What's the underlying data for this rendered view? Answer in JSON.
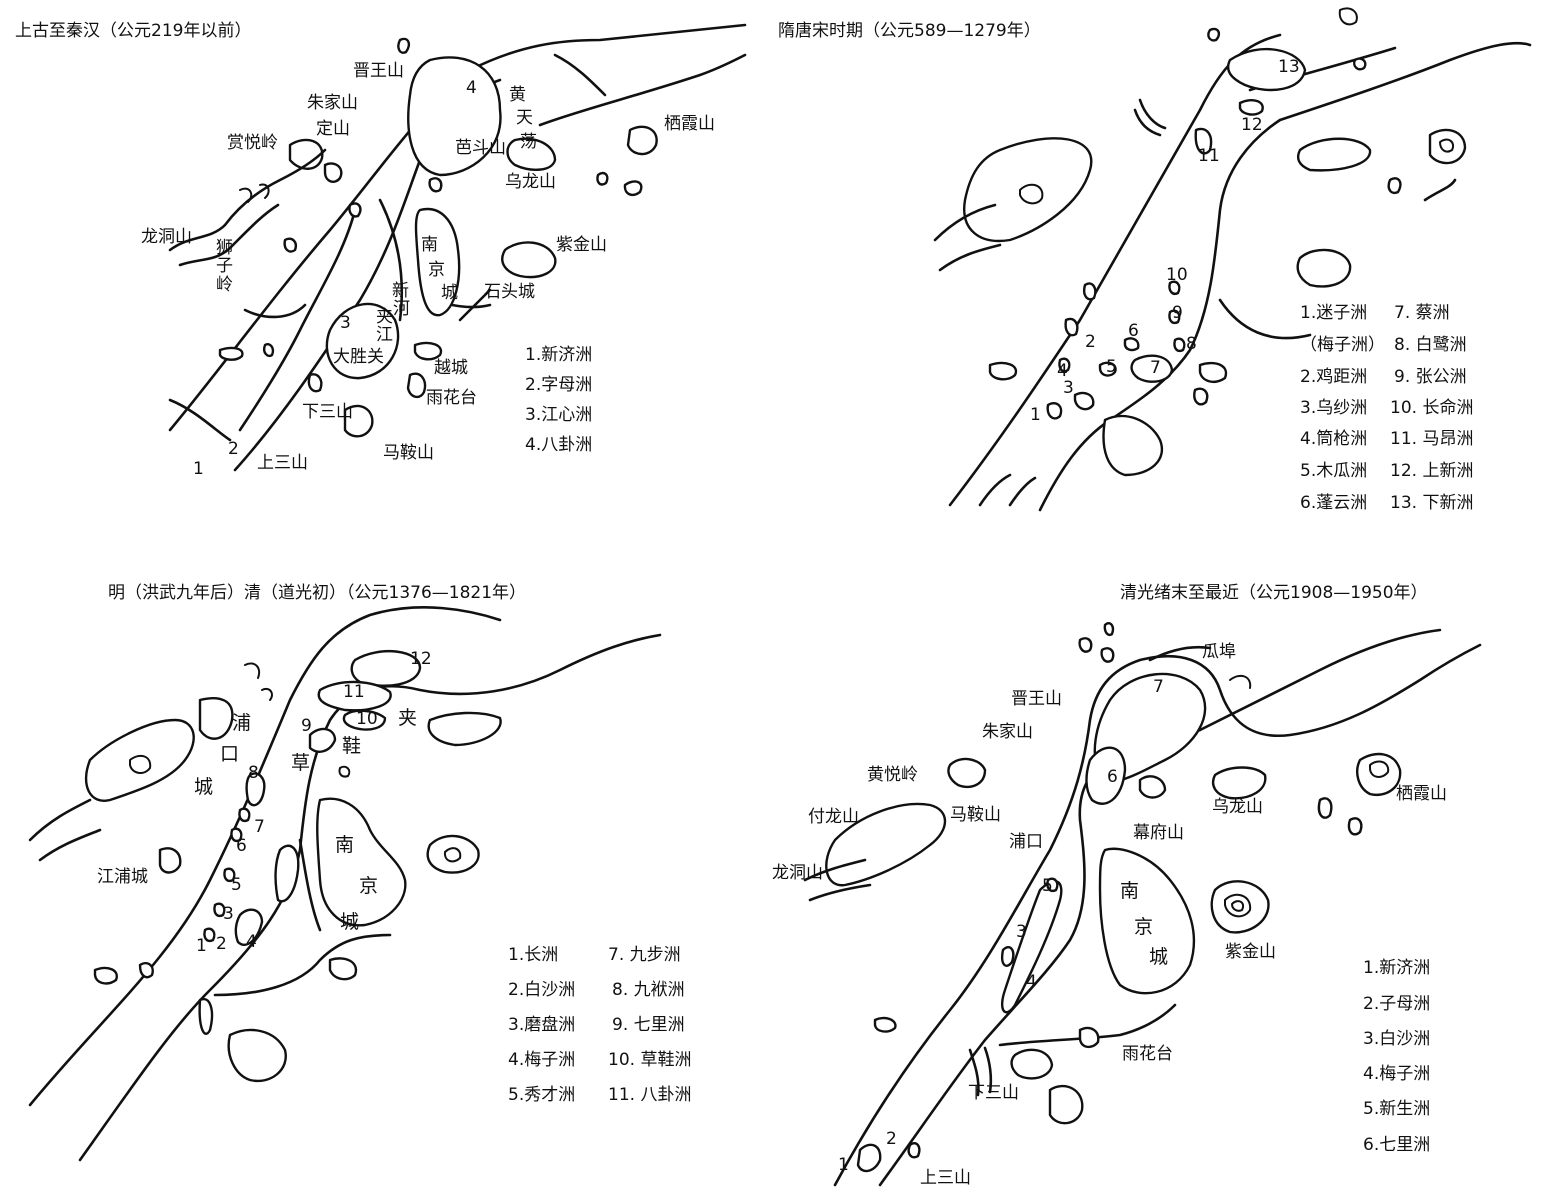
{
  "panels": [
    {
      "title": "上古至秦汉（公元219年以前）",
      "places": [
        "晋王山",
        "朱家山",
        "定山",
        "赏悦岭",
        "龙洞山",
        "黄",
        "天",
        "荡",
        "芭斗山",
        "乌龙山",
        "栖霞山",
        "紫金山",
        "南",
        "京",
        "城",
        "新",
        "河",
        "夹",
        "江",
        "石头城",
        "大胜关",
        "越城",
        "雨花台",
        "下三山",
        "马鞍山",
        "上三山",
        "狮",
        "子",
        "岭"
      ],
      "numbers": [
        "1",
        "2",
        "3",
        "4"
      ],
      "legend": [
        "1.新济洲",
        "2.字母洲",
        "3.江心洲",
        "4.八卦洲"
      ]
    },
    {
      "title": "隋唐宋时期（公元589—1279年）",
      "numbers": [
        "1",
        "2",
        "3",
        "4",
        "5",
        "6",
        "7",
        "8",
        "9",
        "10",
        "11",
        "12",
        "13"
      ],
      "legend_left": [
        "1.迷子洲",
        "（梅子洲）",
        "2.鸡距洲",
        "3.乌纱洲",
        "4.筒枪洲",
        "5.木瓜洲",
        "6.蓬云洲"
      ],
      "legend_right": [
        "7. 蔡洲",
        "8. 白鹭洲",
        "9. 张公洲",
        "10. 长命洲",
        "11. 马昂洲",
        "12. 上新洲",
        "13. 下新洲"
      ]
    },
    {
      "title": "明（洪武九年后）清（道光初）（公元1376—1821年）",
      "places": [
        "浦",
        "口",
        "城",
        "江浦城",
        "草",
        "鞋",
        "夹",
        "南",
        "京",
        "城"
      ],
      "numbers": [
        "1",
        "2",
        "3",
        "4",
        "5",
        "6",
        "7",
        "8",
        "9",
        "10",
        "11",
        "12"
      ],
      "legend_left": [
        "1.长洲",
        "2.白沙洲",
        "3.磨盘洲",
        "4.梅子洲",
        "5.秀才洲"
      ],
      "legend_right": [
        "7. 九步洲",
        "8. 九袱洲",
        "9. 七里洲",
        "10. 草鞋洲",
        "11. 八卦洲"
      ]
    },
    {
      "title": "清光绪末至最近（公元1908—1950年）",
      "places": [
        "瓜埠",
        "晋王山",
        "朱家山",
        "黄悦岭",
        "马鞍山",
        "付龙山",
        "龙洞山",
        "浦口",
        "乌龙山",
        "幕府山",
        "栖霞山",
        "南",
        "京",
        "城",
        "紫金山",
        "雨花台",
        "下三山",
        "上三山"
      ],
      "numbers": [
        "1",
        "2",
        "3",
        "4",
        "5",
        "6",
        "7"
      ],
      "legend": [
        "1.新济洲",
        "2.子母洲",
        "3.白沙洲",
        "4.梅子洲",
        "5.新生洲",
        "6.七里洲"
      ]
    }
  ]
}
